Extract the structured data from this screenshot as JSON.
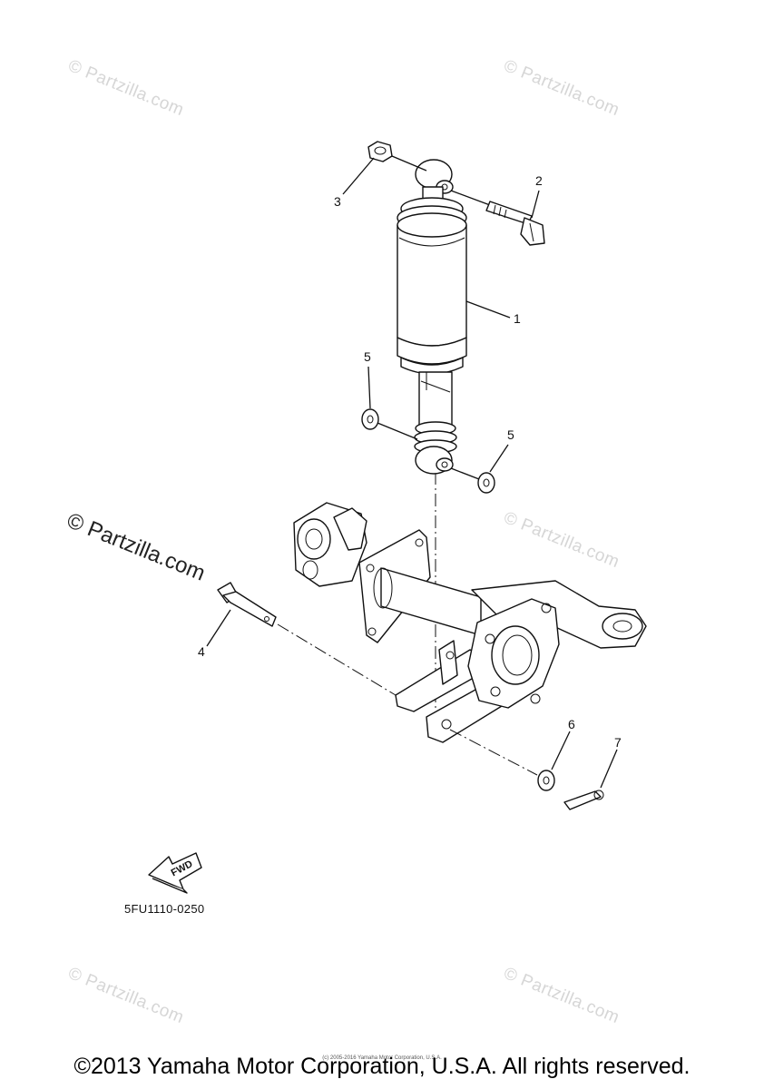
{
  "watermarks": {
    "repeat_text": "© Partzilla.com",
    "prominent_text": "© Partzilla.com"
  },
  "callouts": {
    "c1": "1",
    "c2": "2",
    "c3": "3",
    "c4": "4",
    "c5a": "5",
    "c5b": "5",
    "c6": "6",
    "c7": "7"
  },
  "fwd_label": "FWD",
  "drawing_code": "5FU1110-0250",
  "footer": {
    "copyright": "©2013 Yamaha Motor Corporation, U.S.A. All rights reserved.",
    "small_credit": "(c) 2005-2016 Yamaha Motor Corporation, U.S.A."
  }
}
